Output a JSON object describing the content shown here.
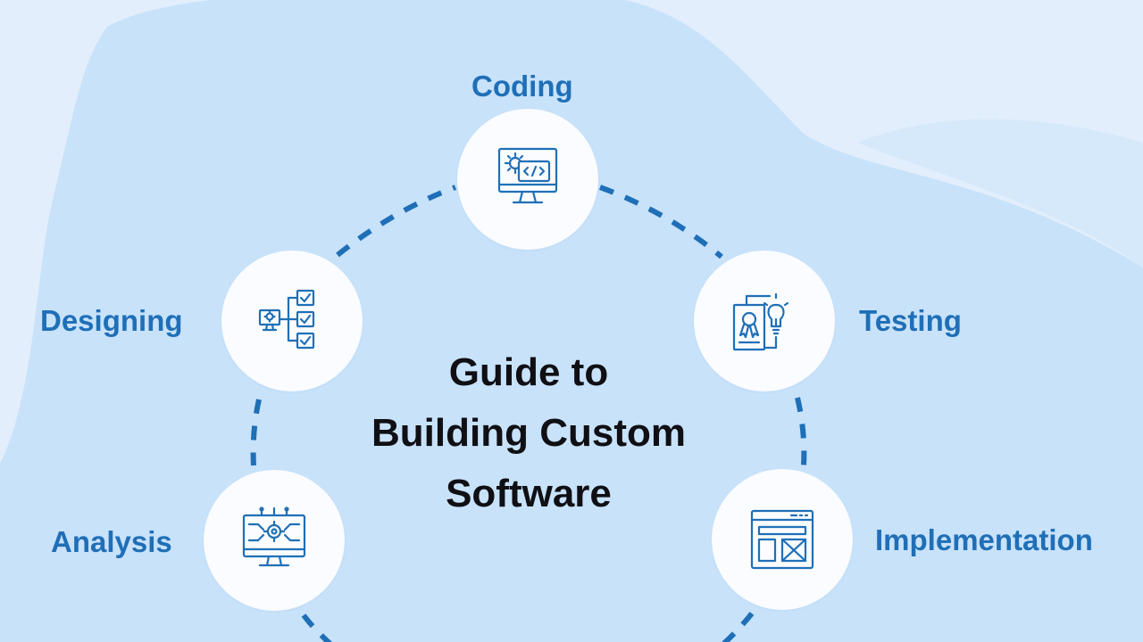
{
  "title": {
    "line1": "Guide to",
    "line2": "Building Custom",
    "line3": "Software"
  },
  "steps": [
    {
      "label": "Coding",
      "icon": "monitor-code-icon"
    },
    {
      "label": "Designing",
      "icon": "flowchart-checklist-icon"
    },
    {
      "label": "Testing",
      "icon": "certificate-lightbulb-icon"
    },
    {
      "label": "Analysis",
      "icon": "monitor-circuit-icon"
    },
    {
      "label": "Implementation",
      "icon": "browser-layout-icon"
    }
  ],
  "colors": {
    "accent": "#1f6fb7",
    "background": "#e2eefb",
    "blob": "#c8e2fa",
    "circle": "#fafcff",
    "title": "#0f0f14"
  }
}
